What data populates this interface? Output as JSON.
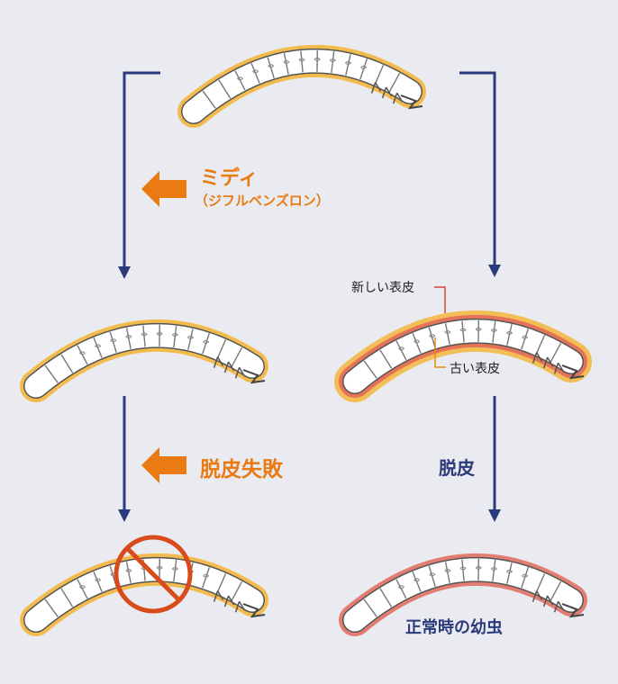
{
  "labels": {
    "midi": "ミディ",
    "midi_sub": "（ジフルベンズロン）",
    "molt_failure": "脱皮失敗",
    "molt": "脱皮",
    "new_cuticle": "新しい表皮",
    "old_cuticle": "古い表皮",
    "normal_larva": "正常時の幼虫"
  },
  "colors": {
    "background": "#e9ebf0",
    "arrow_navy": "#2b3a7a",
    "accent_orange": "#ea7a12",
    "prohibit_red": "#d94b1a",
    "glow_yellow": "#f4b63b",
    "glow_red": "#e36a5a",
    "body_white": "#ffffff",
    "leader_red": "#d9443a",
    "leader_orange": "#e8891a"
  },
  "icons": {
    "pointer": "left-arrow-icon",
    "prohibit": "prohibition-icon"
  }
}
